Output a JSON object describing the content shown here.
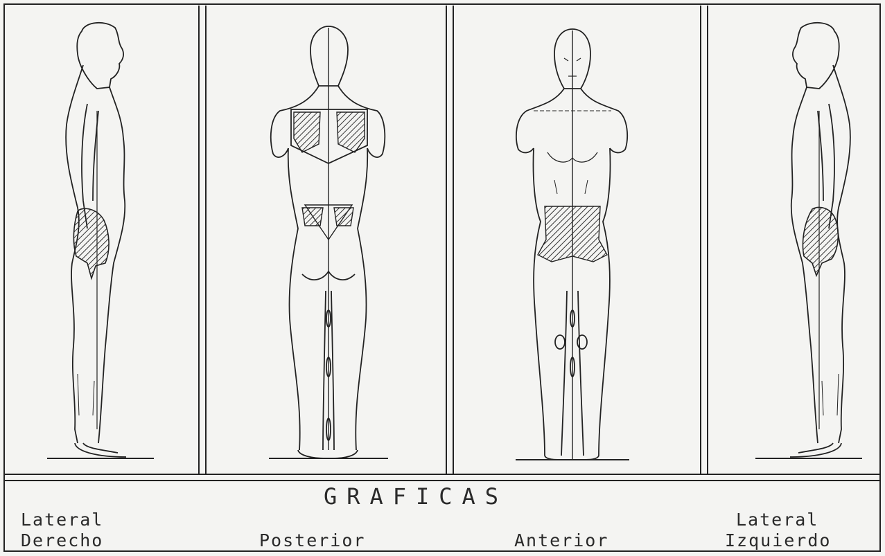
{
  "title": "GRAFICAS",
  "views": [
    {
      "id": "lateral-derecho",
      "line1": "Lateral",
      "line2": "Derecho"
    },
    {
      "id": "posterior",
      "line1": "Posterior"
    },
    {
      "id": "anterior",
      "line1": "Anterior"
    },
    {
      "id": "lateral-izquierdo",
      "line1": "Lateral",
      "line2": "Izquierdo"
    }
  ],
  "colors": {
    "ink": "#222222",
    "paper": "#f4f4f2",
    "hatch": "#333333"
  }
}
